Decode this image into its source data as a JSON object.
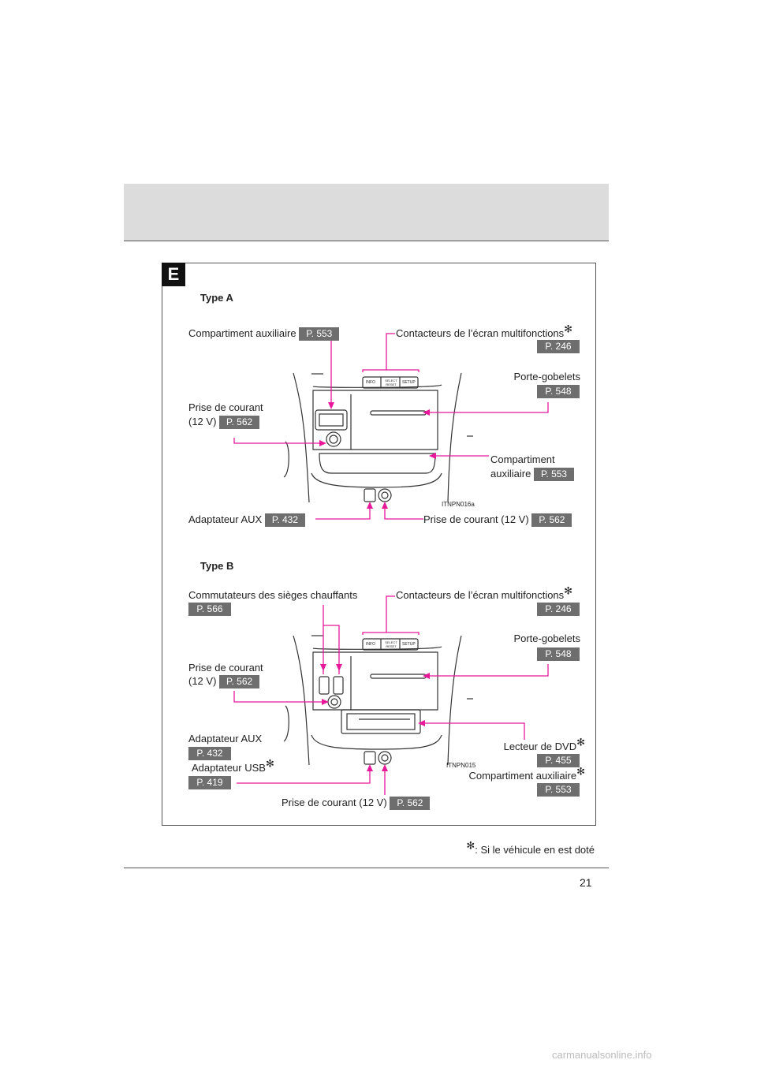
{
  "section": {
    "badge": "E"
  },
  "type_a": {
    "title": "Type A",
    "aux_compartment_top": {
      "label": "Compartiment auxiliaire",
      "page": "P. 553"
    },
    "display_switches": {
      "label": "Contacteurs de l’écran multifonctions",
      "star": "✻",
      "page": "P. 246"
    },
    "cup_holders": {
      "label": "Porte-gobelets",
      "page": "P. 548"
    },
    "power_outlet": {
      "label_line1": "Prise de courant",
      "label_line2": "(12 V)",
      "page": "P. 562"
    },
    "aux_compartment": {
      "label_line1": "Compartiment",
      "label_line2": "auxiliaire",
      "page": "P. 553"
    },
    "aux_adapter": {
      "label": "Adaptateur AUX",
      "page": "P. 432"
    },
    "power_outlet_bottom": {
      "label": "Prise de courant (12 V)",
      "page": "P. 562"
    },
    "figure_code": "ITNPN016a"
  },
  "type_b": {
    "title": "Type B",
    "heated_seat_switches": {
      "label": "Commutateurs des sièges chauffants",
      "page": "P. 566"
    },
    "display_switches": {
      "label": "Contacteurs de l’écran multifonctions",
      "star": "✻",
      "page": "P. 246"
    },
    "cup_holders": {
      "label": "Porte-gobelets",
      "page": "P. 548"
    },
    "power_outlet": {
      "label_line1": "Prise de courant",
      "label_line2": "(12 V)",
      "page": "P. 562"
    },
    "aux_adapter": {
      "label": "Adaptateur AUX",
      "page": "P. 432"
    },
    "usb_adapter": {
      "label": "Adaptateur USB",
      "star": "✻",
      "page": "P. 419"
    },
    "dvd_player": {
      "label": "Lecteur de DVD",
      "star": "✻",
      "page": "P. 455"
    },
    "aux_compartment": {
      "label": "Compartiment auxiliaire",
      "star": "✻",
      "page": "P. 553"
    },
    "power_outlet_bottom": {
      "label": "Prise de courant (12 V)",
      "page": "P. 562"
    },
    "figure_code": "ITNPN015"
  },
  "console_buttons": {
    "b1": "INFO",
    "b2": "SELECT RESET",
    "b3": "SETUP"
  },
  "footnote": {
    "star": "✻",
    "text": ": Si le véhicule en est doté"
  },
  "page_number": "21",
  "watermark": "carmanualsonline.info",
  "colors": {
    "leader_line": "#e8189a",
    "page_badge": "#6e6e6e",
    "header_band": "#dcdcdc"
  }
}
